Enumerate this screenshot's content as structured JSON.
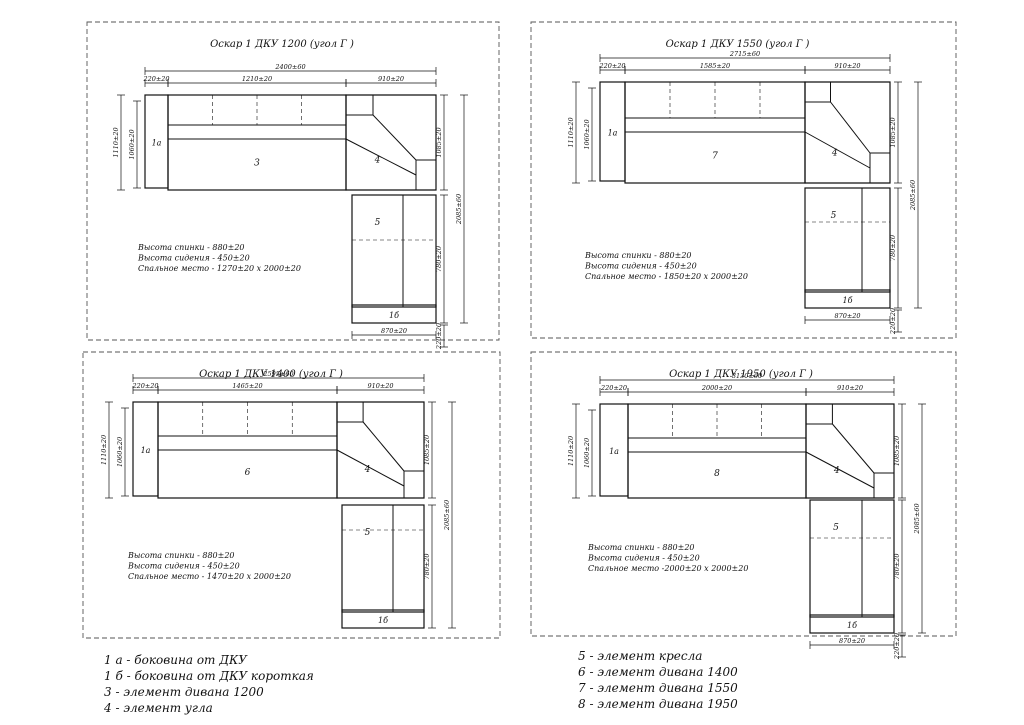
{
  "panels": [
    {
      "title": "Оскар 1 ДКУ 1200 (угол Г )",
      "dim_total": "2400±60",
      "dim_side": "220±20",
      "dim_mid": "1210±20",
      "dim_corner": "910±20",
      "dim_h_outer": "1110±20",
      "dim_h_inner": "1060±20",
      "dim_right_top": "1085±20",
      "dim_right_total": "2085±60",
      "dim_right_mid": "780±20",
      "dim_right_bot": "220±20",
      "dim_bottom": "870±20",
      "label_side": "1а",
      "label_main": "3",
      "label_corner": "4",
      "label_chair": "5",
      "label_short": "1б",
      "notes": [
        "Высота спинки - 880±20",
        "Высота сидения - 450±20",
        "Спальное место - 1270±20 х 2000±20"
      ]
    },
    {
      "title": "Оскар 1 ДКУ 1550 (угол Г )",
      "dim_total": "2715±60",
      "dim_side": "220±20",
      "dim_mid": "1585±20",
      "dim_corner": "910±20",
      "dim_h_outer": "1110±20",
      "dim_h_inner": "1060±20",
      "dim_right_top": "1085±20",
      "dim_right_total": "2085±60",
      "dim_right_mid": "780±20",
      "dim_right_bot": "220±20",
      "dim_bottom": "870±20",
      "label_side": "1а",
      "label_main": "7",
      "label_corner": "4",
      "label_chair": "5",
      "label_short": "1б",
      "notes": [
        "Высота спинки - 880±20",
        "Высота сидения - 450±20",
        "Спальное место - 1850±20 х 2000±20"
      ]
    },
    {
      "title": "Оскар 1 ДКУ 1400 (угол Г )",
      "dim_total": "2595±60",
      "dim_side": "220±20",
      "dim_mid": "1465±20",
      "dim_corner": "910±20",
      "dim_h_outer": "1110±20",
      "dim_h_inner": "1060±20",
      "dim_right_top": "1085±20",
      "dim_right_total": "2085±60",
      "dim_right_mid": "780±20",
      "dim_right_bot": "",
      "dim_bottom": "",
      "label_side": "1а",
      "label_main": "6",
      "label_corner": "4",
      "label_chair": "5",
      "label_short": "1б",
      "notes": [
        "Высота спинки - 880±20",
        "Высота сидения - 450±20",
        "Спальное место - 1470±20 х 2000±20"
      ]
    },
    {
      "title": "Оскар 1 ДКУ 1950 (угол Г )",
      "dim_total": "3130±60",
      "dim_side": "220±20",
      "dim_mid": "2000±20",
      "dim_corner": "910±20",
      "dim_h_outer": "1110±20",
      "dim_h_inner": "1060±20",
      "dim_right_top": "1085±20",
      "dim_right_total": "2085±60",
      "dim_right_mid": "780±20",
      "dim_right_bot": "220±20",
      "dim_bottom": "870±20",
      "label_side": "1а",
      "label_main": "8",
      "label_corner": "4",
      "label_chair": "5",
      "label_short": "1б",
      "notes": [
        "Высота спинки - 880±20",
        "Высота сидения - 450±20",
        "Спальное место -2000±20 х 2000±20"
      ]
    }
  ],
  "legend_left": [
    "1 а - боковина от ДКУ",
    "1 б - боковина от ДКУ короткая",
    "3 - элемент дивана 1200",
    "4 - элемент угла"
  ],
  "legend_right": [
    "5 - элемент кресла",
    "6 - элемент дивана 1400",
    "7 - элемент дивана 1550",
    "8 - элемент дивана 1950"
  ]
}
